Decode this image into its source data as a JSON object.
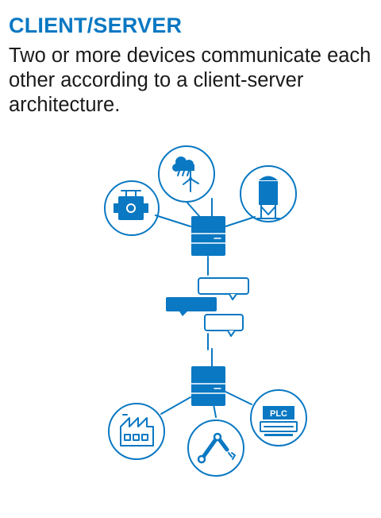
{
  "header": {
    "title": "CLIENT/SERVER",
    "description": "Two or more devices communicate each other according to a client-server architecture."
  },
  "diagram": {
    "accent_color": "#0a78c2",
    "top_devices": [
      "valve-icon",
      "weather-station-icon",
      "silo-icon"
    ],
    "bottom_devices": [
      "factory-icon",
      "robot-arm-icon",
      "plc-icon"
    ],
    "plc_label": "PLC"
  }
}
